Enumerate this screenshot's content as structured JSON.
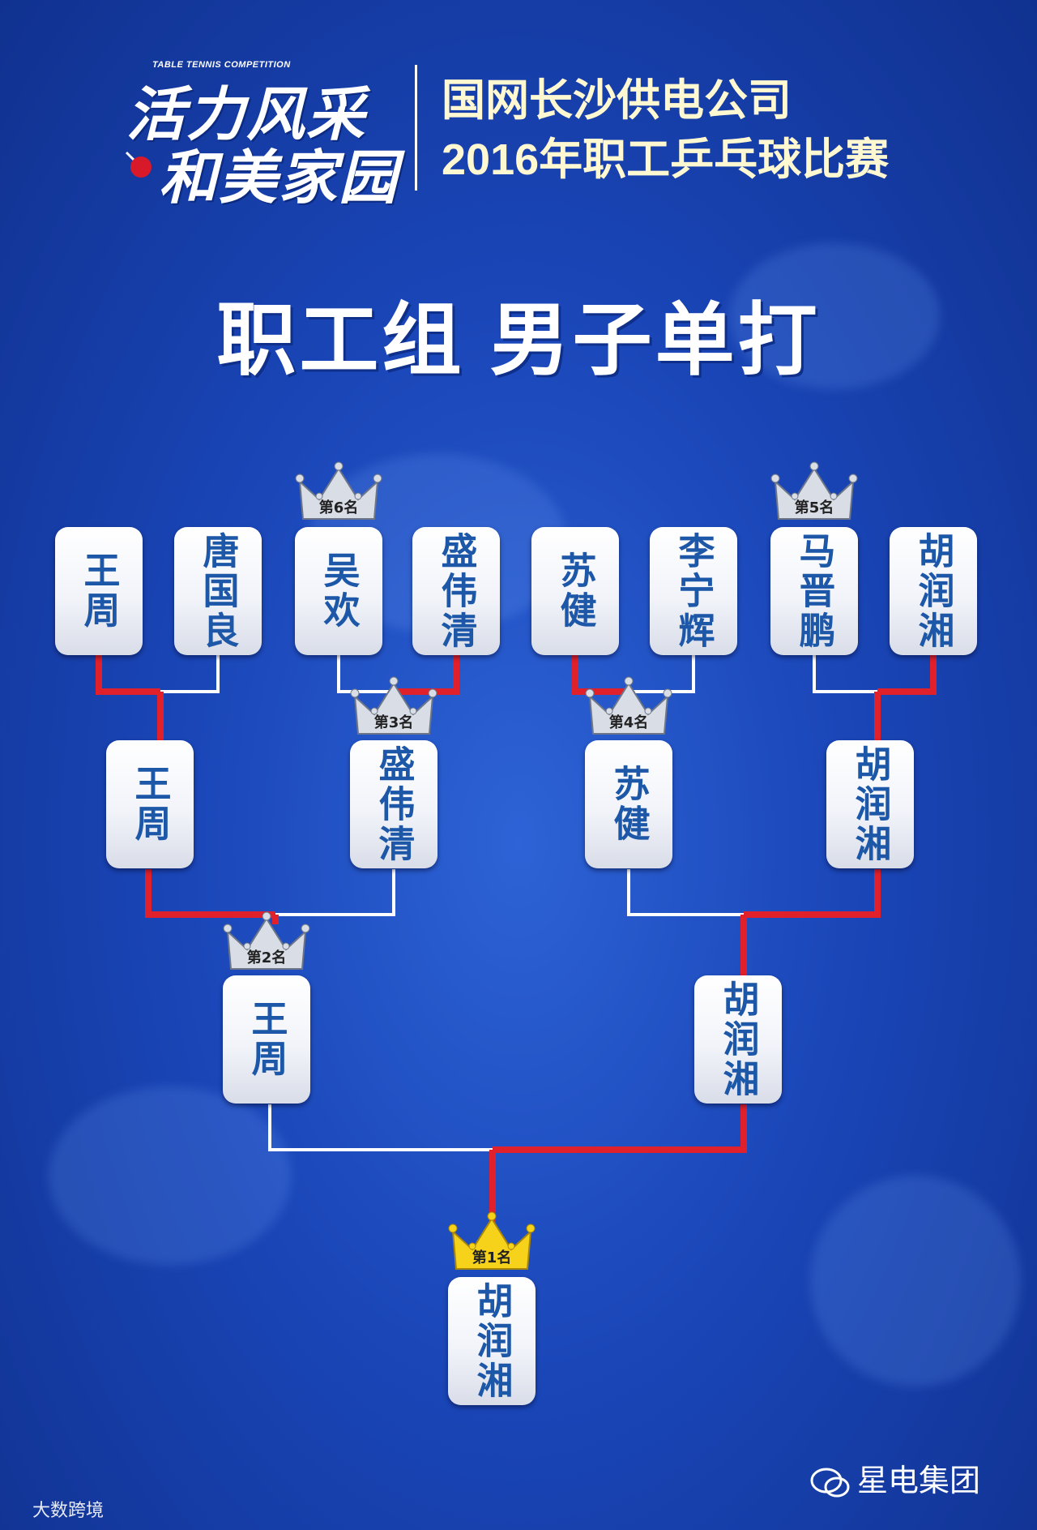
{
  "header": {
    "logo_en": "TABLE TENNIS COMPETITION",
    "logo_line1": "活力风采",
    "logo_line2": "和美家园",
    "org_line1": "国网长沙供电公司",
    "org_line2": "2016年职工乒乓球比赛"
  },
  "title": "职工组 男子单打",
  "round1": [
    "王周",
    "唐国良",
    "吴欢",
    "盛伟清",
    "苏健",
    "李宁辉",
    "马晋鹏",
    "胡润湘"
  ],
  "round2": [
    "王周",
    "盛伟清",
    "苏健",
    "胡润湘"
  ],
  "semis": [
    "王周",
    "胡润湘"
  ],
  "champion": "胡润湘",
  "ranks": {
    "r1": "第1名",
    "r2": "第2名",
    "r3": "第3名",
    "r4": "第4名",
    "r5": "第5名",
    "r6": "第6名"
  },
  "colors": {
    "winner_line": "#e0202a",
    "loser_line": "#ffffff",
    "gold_crown": "#f7d21a",
    "silver_crown": "#d8dde6"
  },
  "footer": {
    "left": "大数跨境",
    "right": "星电集团"
  }
}
